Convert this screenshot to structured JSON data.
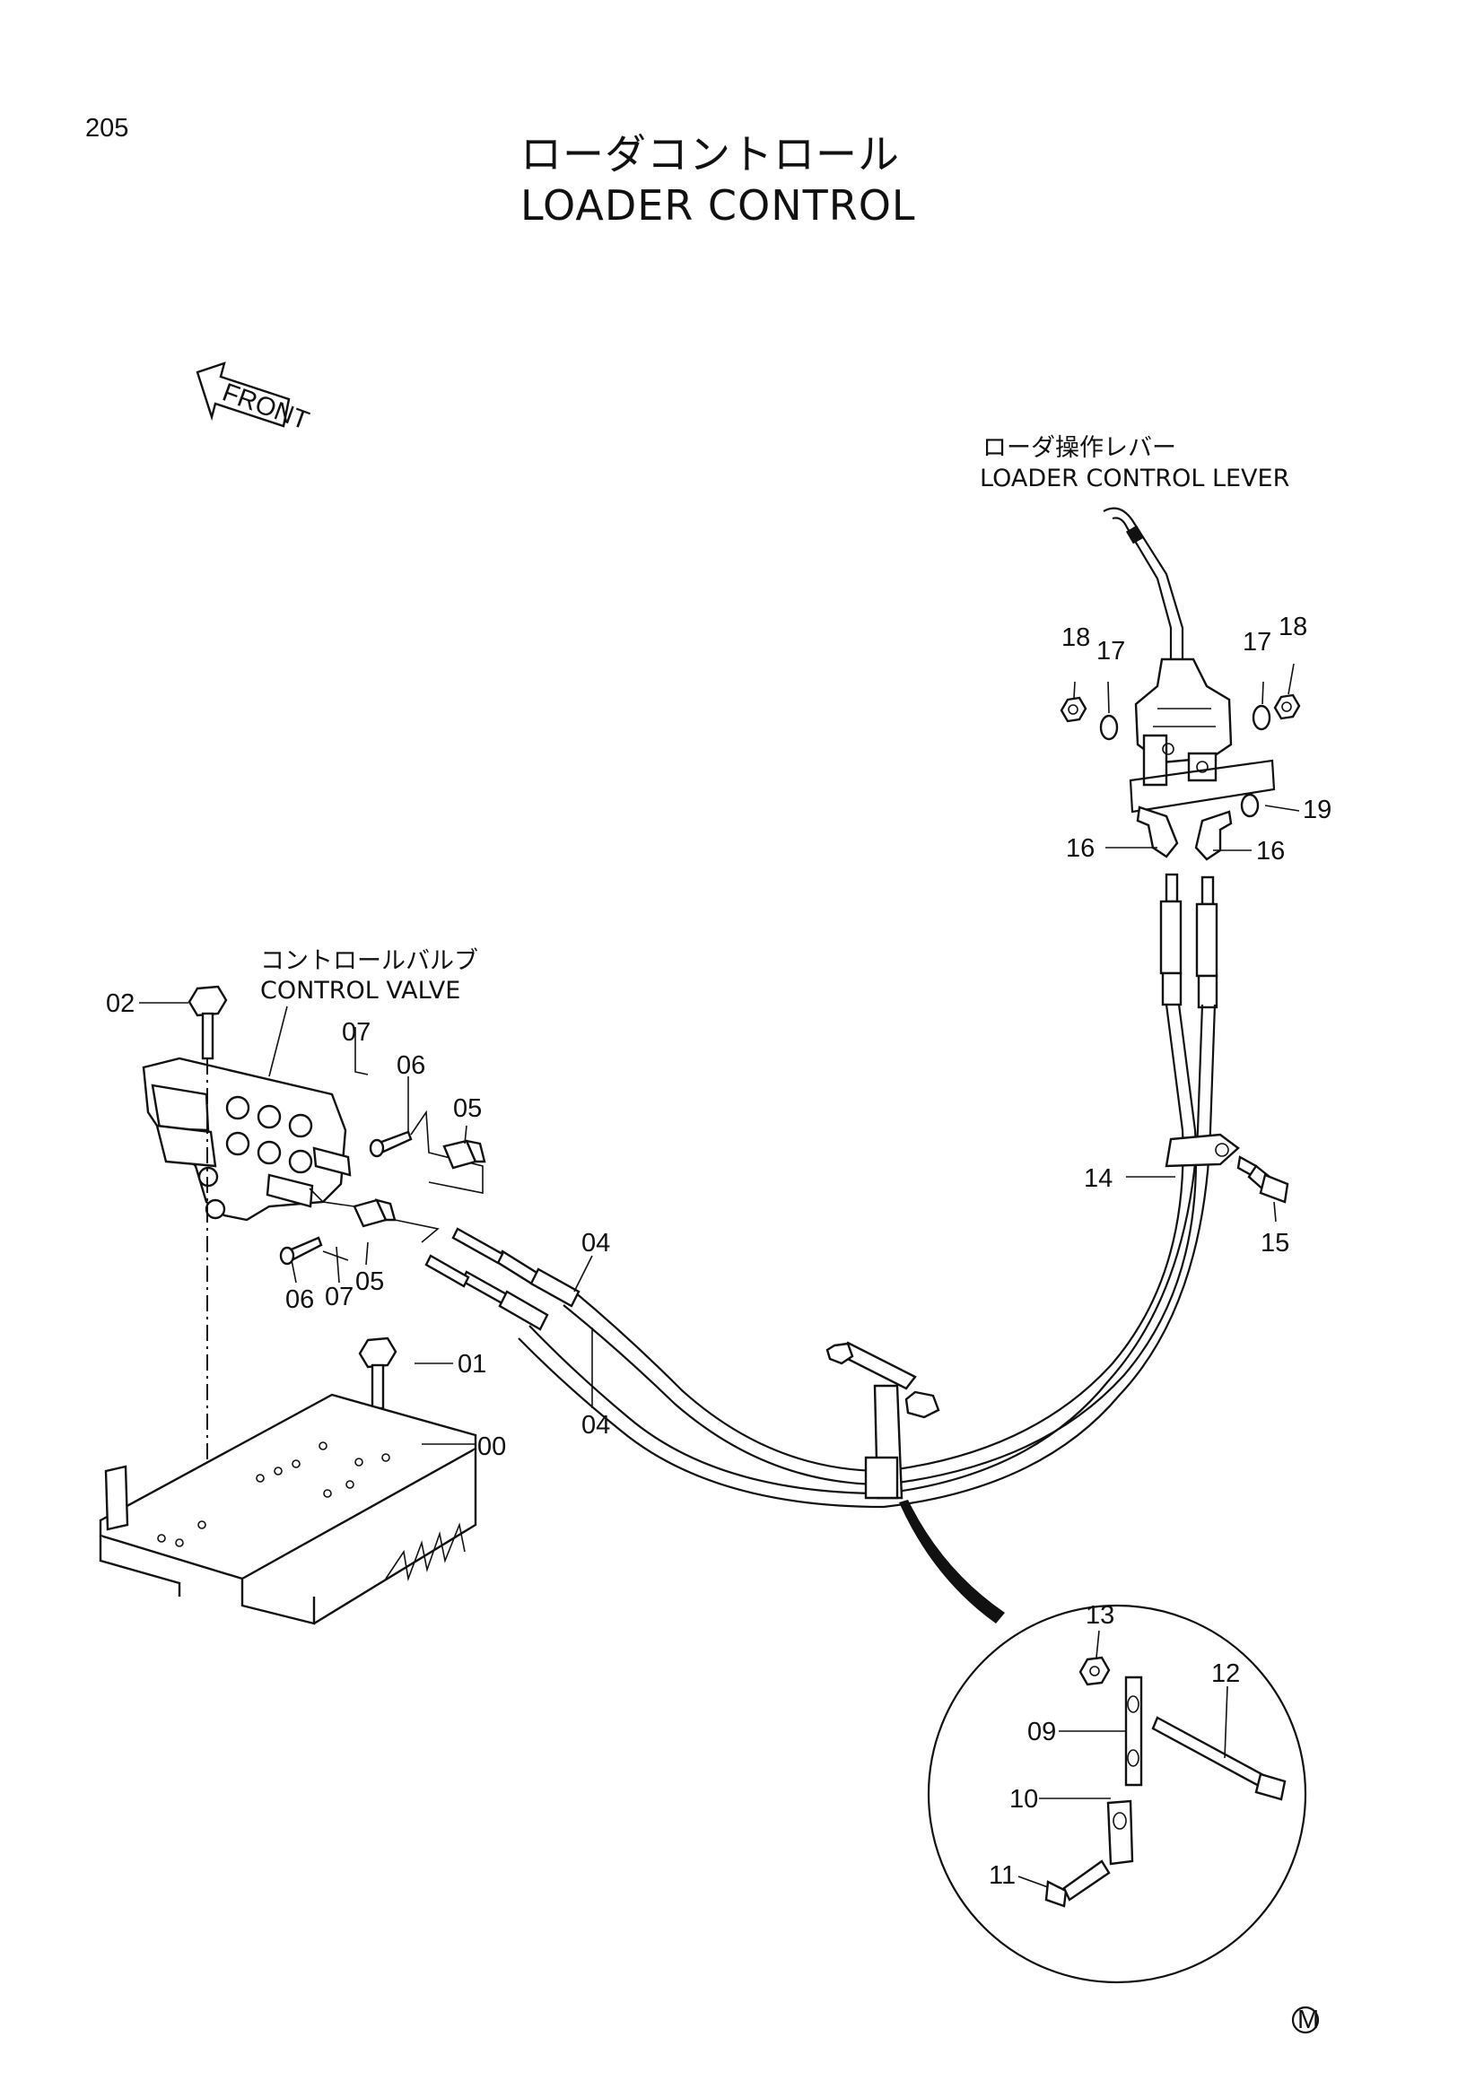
{
  "page_number": "205",
  "title_jp": "ローダコントロール",
  "title_en": "LOADER CONTROL",
  "front_label": "FRONT",
  "lever_jp": "ローダ操作レバー",
  "lever_en": "LOADER CONTROL LEVER",
  "valve_jp": "コントロールバルブ",
  "valve_en": "CONTROL VALVE",
  "mark": "M",
  "callouts": {
    "p00": "00",
    "p01": "01",
    "p02": "02",
    "p04a": "04",
    "p04b": "04",
    "p05a": "05",
    "p05b": "05",
    "p06a": "06",
    "p06b": "06",
    "p07a": "07",
    "p07b": "07",
    "p09": "09",
    "p10": "10",
    "p11": "11",
    "p12": "12",
    "p13": "13",
    "p14": "14",
    "p15": "15",
    "p16a": "16",
    "p16b": "16",
    "p17a": "17",
    "p17b": "17",
    "p18a": "18",
    "p18b": "18",
    "p19": "19"
  }
}
